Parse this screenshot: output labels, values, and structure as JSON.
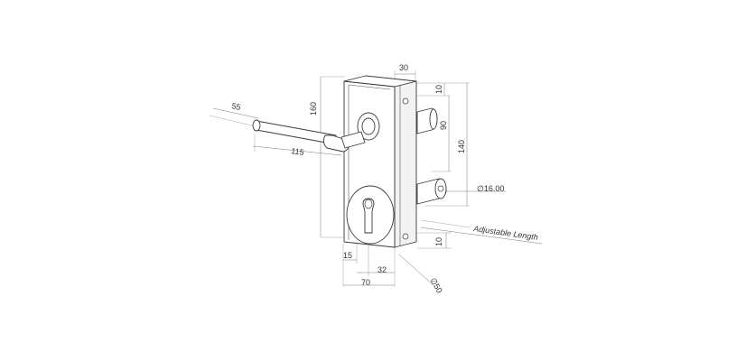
{
  "dimensions": {
    "spindle_length": "55",
    "handle_length": "115",
    "body_height": "160",
    "body_depth": "30",
    "top_offset": "10",
    "upper_spacing": "90",
    "bolt_spacing": "140",
    "bolt_diameter": "∅16.00",
    "bottom_offset": "10",
    "cylinder_offset": "15",
    "cylinder_center": "32",
    "backset": "70",
    "rose_diameter": "∅50"
  },
  "notes": {
    "adjustable_length": "Adjustable Length"
  },
  "colors": {
    "line": "#3a3a3a",
    "dimension_line": "#7a7a7a"
  }
}
